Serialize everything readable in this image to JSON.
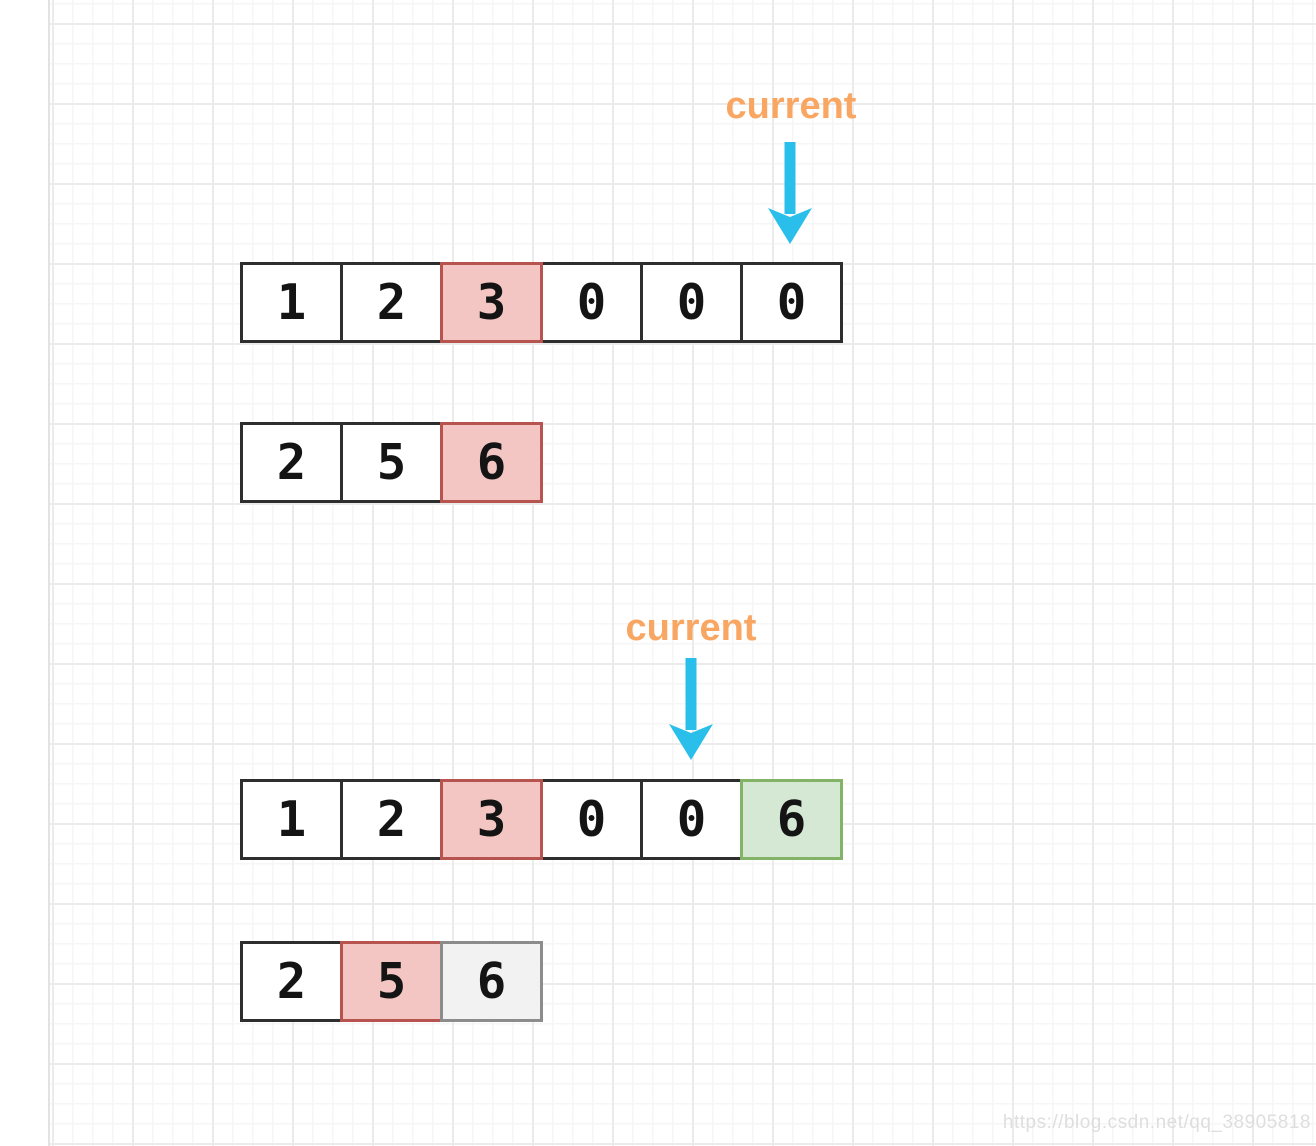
{
  "watermark": "https://blog.csdn.net/qq_38905818",
  "colors": {
    "pointer_label_text": "#FAA663",
    "arrow": "#29BFEA",
    "cell_border": "#2E2E2E",
    "cell_fill": "#FFFFFF",
    "digit_text": "#141414",
    "highlight_red_fill": "#F3C6C3",
    "highlight_red_border": "#B85450",
    "highlight_green_fill": "#D5E8D4",
    "highlight_green_border": "#82B366",
    "highlight_gray_fill": "#F2F2F2",
    "highlight_gray_border": "#8C8C8C",
    "grid_minor_line": "#F6F6F6",
    "grid_major_line": "#EBEBEB"
  },
  "step1": {
    "pointer_label": "current",
    "pointer_cell_index": 5,
    "nums1": {
      "cells": [
        "1",
        "2",
        "3",
        "0",
        "0",
        "0"
      ],
      "highlights": [
        "none",
        "none",
        "red",
        "none",
        "none",
        "none"
      ]
    },
    "nums2": {
      "cells": [
        "2",
        "5",
        "6"
      ],
      "highlights": [
        "none",
        "none",
        "red"
      ]
    }
  },
  "step2": {
    "pointer_label": "current",
    "pointer_cell_index": 4,
    "nums1": {
      "cells": [
        "1",
        "2",
        "3",
        "0",
        "0",
        "6"
      ],
      "highlights": [
        "none",
        "none",
        "red",
        "none",
        "none",
        "green"
      ]
    },
    "nums2": {
      "cells": [
        "2",
        "5",
        "6"
      ],
      "highlights": [
        "none",
        "red",
        "gray"
      ]
    }
  }
}
